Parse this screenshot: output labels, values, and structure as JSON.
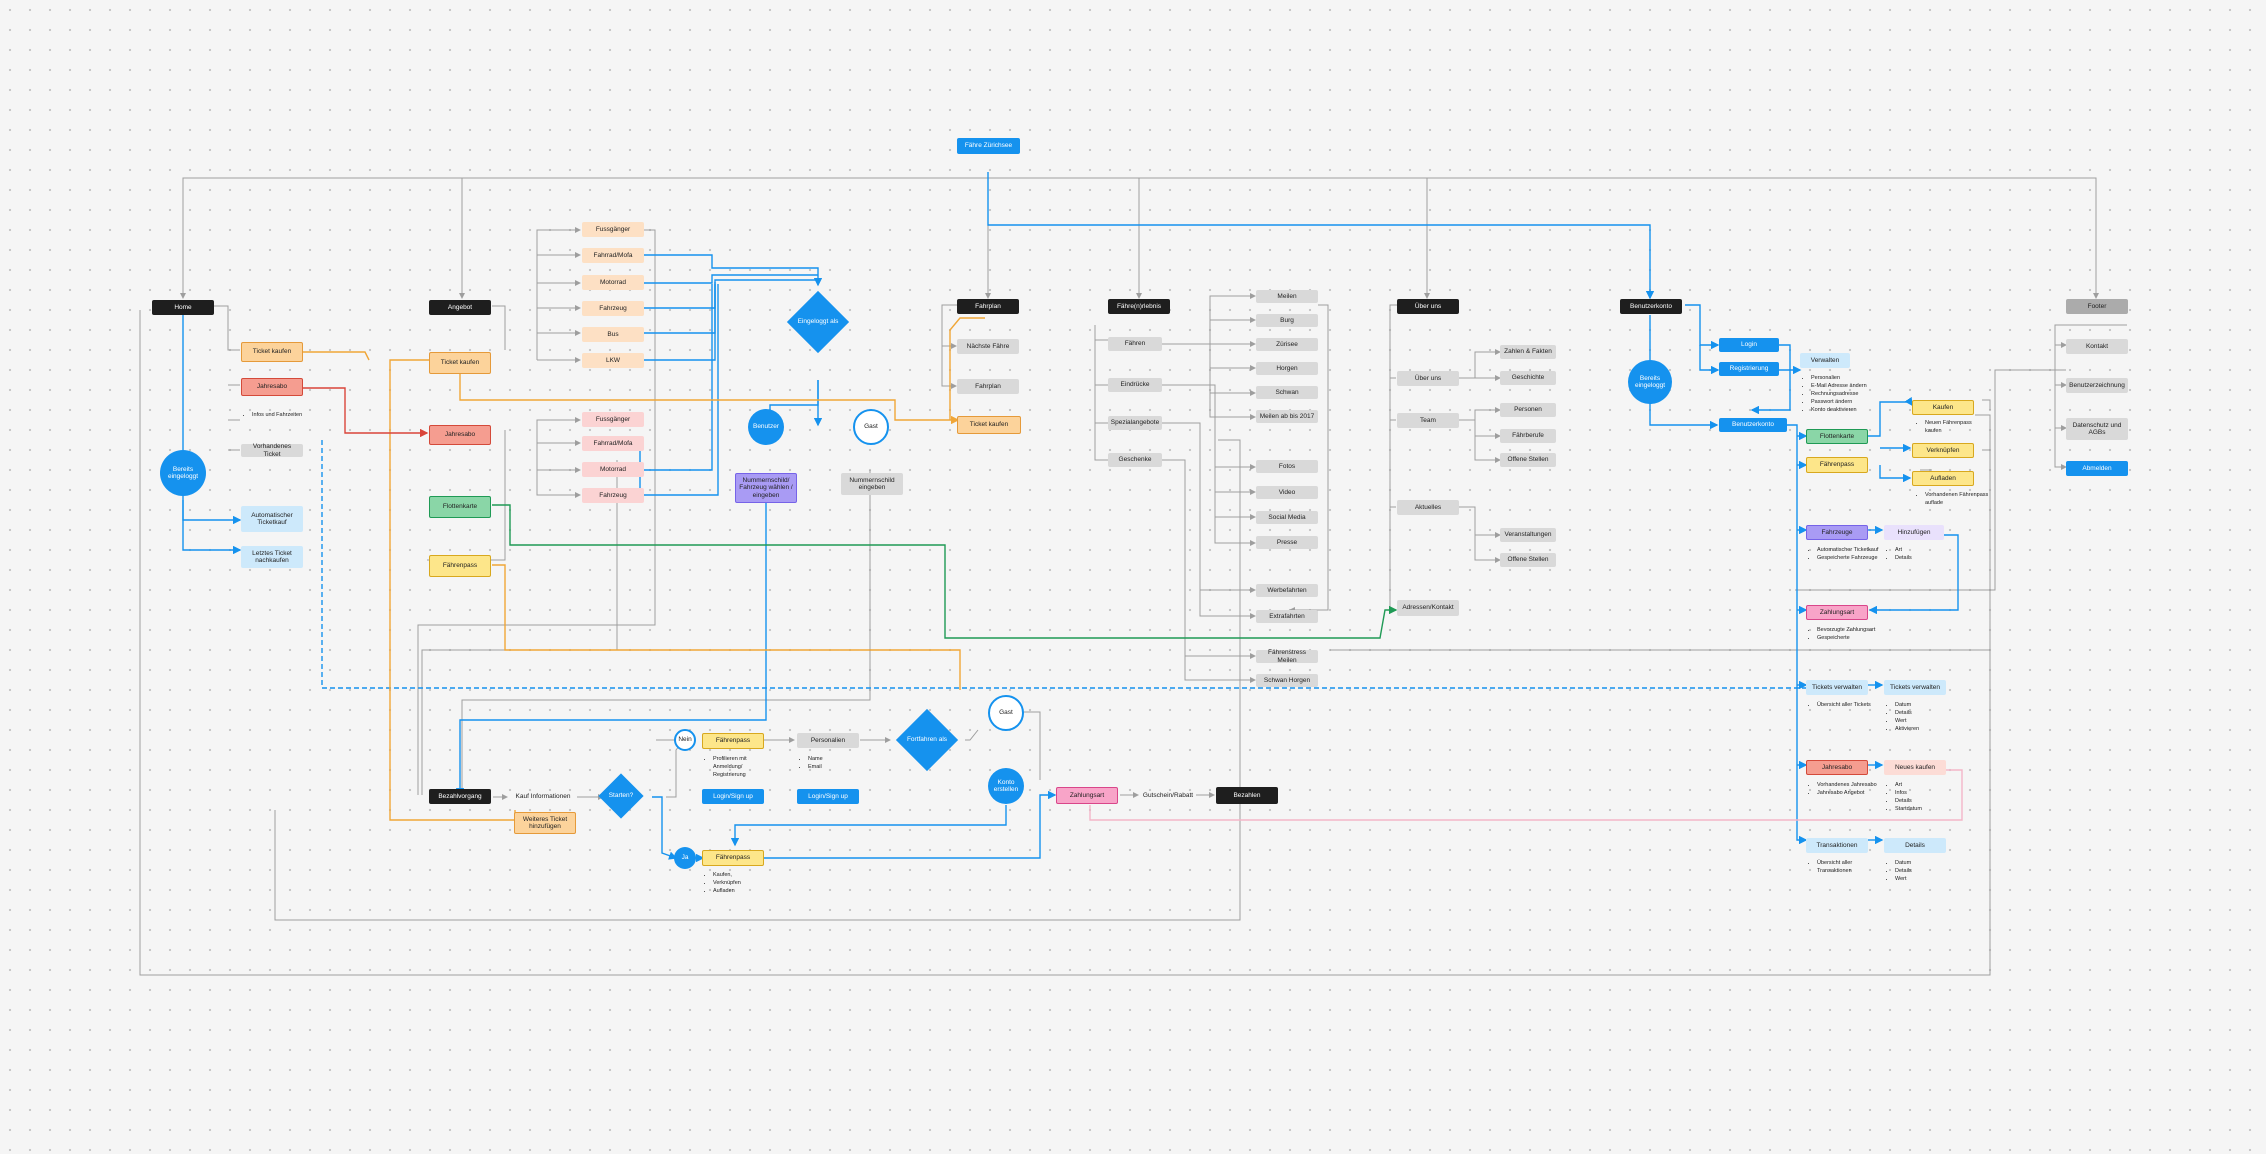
{
  "title": "Fähre Zürichsee",
  "nodes": {
    "home": "Home",
    "ticket_kaufen_home": "Ticket kaufen",
    "jahresabo_home": "Jahresabo",
    "vorhandenes_ticket": "Vorhandenes Ticket",
    "bereits_eingeloggt_left": "Bereits eingeloggt",
    "automatischer_ticketkauf": "Automatischer Ticketkauf",
    "letztes_ticket": "Letztes Ticket nachkaufen",
    "angebot": "Angebot",
    "ticket_kaufen_angebot": "Ticket kaufen",
    "jahresabo_angebot": "Jahresabo",
    "fiottenkarte": "Flottenkarte",
    "faehrenpass_angebot": "Fährenpass",
    "fussgaenger_1": "Fussgänger",
    "fahrrad_1": "Fahrrad/Mofa",
    "motorrad_1": "Motorrad",
    "fahrzeug_1": "Fahrzeug",
    "bus_1": "Bus",
    "lkw_1": "LKW",
    "fussgaenger_2": "Fussgänger",
    "fahrrad_2": "Fahrrad/Mofa",
    "motorrad_2": "Motorrad",
    "fahrzeug_2": "Fahrzeug",
    "eingeloggt_als": "Eingeloggt als",
    "benutzer": "Benutzer",
    "gast": "Gast",
    "nummernschild_waehlen": "Nummernschild/ Fahrzeug wählen / eingeben",
    "nummernschild_eingeben": "Nummernschild eingeben",
    "fahrplan_header": "Fahrplan",
    "naechste_faehre": "Nächste Fähre",
    "fahrplan": "Fahrplan",
    "ticket_kaufen_fahrplan": "Ticket kaufen",
    "faehrenerlebnis": "Fähre(n)rlebnis",
    "faehren": "Fähren",
    "eindruecke": "Eindrücke",
    "spezialangebote": "Spezialangebote",
    "geschenke": "Geschenke",
    "meilen": "Meilen",
    "burg": "Burg",
    "zuerisee": "Zürisee",
    "horgen": "Horgen",
    "schwan": "Schwan",
    "meilen_bis": "Meilen ab bis 2017",
    "fotos": "Fotos",
    "videos": "Video",
    "social_media": "Social Media",
    "presse": "Presse",
    "werbefahrten": "Werbefahrten",
    "extrafahrten": "Extrafahrten",
    "faehrenstress": "Fährenstress Meilen",
    "schwan_horgen": "Schwan Horgen",
    "ueber_uns_header": "Über uns",
    "ueber_uns": "Über uns",
    "team": "Team",
    "aktuelles": "Aktuelles",
    "adressen": "Adressen/Kontakt",
    "zahlen_fakten": "Zahlen & Fakten",
    "geschichte": "Geschichte",
    "personen": "Personen",
    "faehrberufe": "Fährberufe",
    "offene_stellen_1": "Offene Stellen",
    "veranstaltungen": "Veranstaltungen",
    "offene_stellen_2": "Offene Stellen",
    "benutzerkonto_header": "Benutzerkonto",
    "bereits_eingeloggt_right": "Bereits eingeloggt",
    "login": "Login",
    "registrierung": "Registrierung",
    "verwalten": "Verwalten",
    "benutzerkonto": "Benutzerkonto",
    "flottenkarte_r": "Flottenkarte",
    "faehrenpass_r": "Fährenpass",
    "kaufen": "Kaufen",
    "verknuepfen": "Verknüpfen",
    "aufladen": "Aufladen",
    "fahrzeuge": "Fahrzeuge",
    "hinzufuegen": "Hinzufügen",
    "zahlungsart": "Zahlungsart",
    "tickets_verwalten_1": "Tickets verwalten",
    "tickets_verwalten_2": "Tickets verwalten",
    "jahresabo_r": "Jahresabo",
    "neues_kaufen": "Neues kaufen",
    "transaktionen": "Transaktionen",
    "details": "Details",
    "footer": "Footer",
    "kontakt": "Kontakt",
    "benutzerzeichnung": "Benutzerzeichnung",
    "datenschutz": "Datenschutz und AGBs",
    "abmelden": "Abmelden",
    "bezahlvorgang": "Bezahlvorgang",
    "kauf_informationen": "Kauf Informationen",
    "weiteres_ticket": "Weiteres Ticket hinzufügen",
    "starten": "Starten?",
    "nein": "Nein",
    "ja": "Ja",
    "faehrenpass_1": "Fährenpass",
    "faehrenpass_2": "Fährenpass",
    "login_signup_1": "Login/Sign up",
    "login_signup_2": "Login/Sign up",
    "personalien": "Personalien",
    "fortfahren_als": "Fortfahren als",
    "gast_2": "Gast",
    "konto_erstellen": "Konto erstellen",
    "zahlungsart_bottom": "Zahlungsart",
    "gutschein": "Gutschein/Rabatt",
    "bezahlen": "Bezahlen"
  },
  "notes": {
    "info_home": [
      "Infos und Fahrzeiten"
    ],
    "faehrenpass_1": [
      "Profilieren mit Anmeldung/ Registrierung"
    ],
    "personalien": [
      "Name",
      "Email"
    ],
    "faehrenpass_2": [
      "Kaufen,",
      "Verknüpfen",
      "Aufladen"
    ],
    "verwalten": [
      "Personalien",
      "E-Mail Adresse ändern",
      "Rechnungsadresse",
      "Passwort ändern",
      "Konto deaktivieren"
    ],
    "kaufen": [
      "Neuen Fährenpass kaufen"
    ],
    "aufladen": [
      "Vorhandenen Fährenpass auflade"
    ],
    "fahrzeuge": [
      "Automatischer Ticketkauf",
      "Gespeicherte Fahrzeuge"
    ],
    "hinzufuegen": [
      "Art",
      "Details"
    ],
    "zahlungsart": [
      "Bevorzugte Zahlungsart",
      "Gespeicherte"
    ],
    "tickets_1": [
      "Übersicht aller Tickets"
    ],
    "tickets_2": [
      "Datum",
      "Details",
      "Wert",
      "Aktivieren"
    ],
    "jahresabo": [
      "Vorhandenes Jahresabo",
      "Jahresabo Angebot"
    ],
    "neues_kaufen": [
      "Art",
      "Infos",
      "Details",
      "Startdatum"
    ],
    "transaktionen": [
      "Übersicht aller Transaktionen"
    ],
    "details": [
      "Datum",
      "Details",
      "Wert"
    ]
  },
  "colors": {
    "blue": "#1592ee",
    "orange": "#f0a637",
    "red": "#d9453a",
    "green": "#1f9a55",
    "yellow": "#e9c23a",
    "grey": "#9e9e9e",
    "pink": "#f3b6c8"
  }
}
